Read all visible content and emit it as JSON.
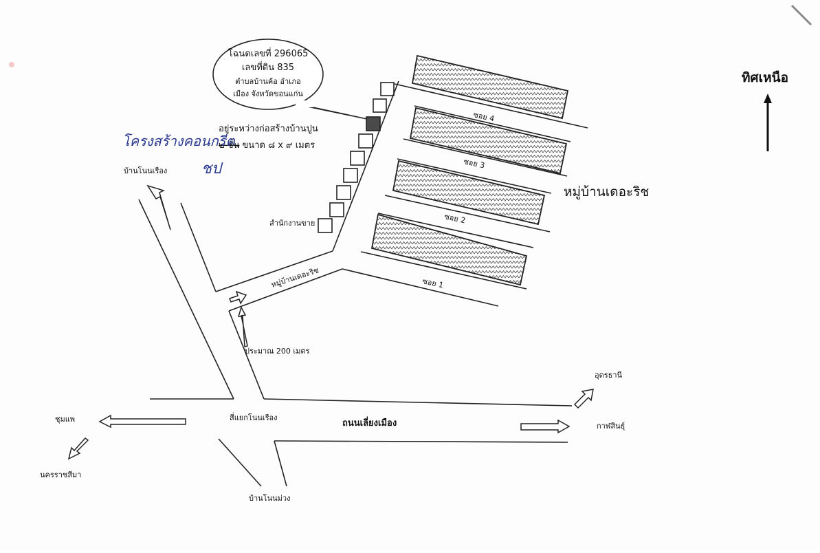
{
  "deed": {
    "line1": "โฉนดเลขที่ 296065",
    "line2": "เลขที่ดิน 835",
    "line3": "ตำบลบ้านค้อ อำเภอ",
    "line4": "เมือง จังหวัดขอนแก่น"
  },
  "construction": {
    "line1": "อยู่ระหว่างก่อสร้างบ้านปูน",
    "line2_prefix": "๒ ชั้น",
    "line2_rest": "ขนาด ๘ x ๙ เมตร"
  },
  "handwritten": {
    "note": "โครงสร้างคอนกรีต",
    "initials": "ชป"
  },
  "labels": {
    "north": "ทิศเหนือ",
    "village_name": "หมู่บ้านเดอะริช",
    "village_entrance": "หมู่บ้านเดอะริช",
    "sales_office": "สำนักงานขาย",
    "soi1": "ซอย 1",
    "soi2": "ซอย 2",
    "soi3": "ซอย 3",
    "soi4": "ซอย 4",
    "ban_non_rueang": "บ้านโนนเรือง",
    "distance": "ประมาณ 200 เมตร",
    "udon_thani": "อุดรธานี",
    "kalasin": "กาฬสินธุ์",
    "chum_phae": "ชุมแพ",
    "nakhon_ratchasima": "นครราชสีมา",
    "intersection": "สี่แยกโนนเรือง",
    "bypass_road": "ถนนเลี่ยงเมือง",
    "ban_non_muang": "บ้านโนนม่วง"
  }
}
